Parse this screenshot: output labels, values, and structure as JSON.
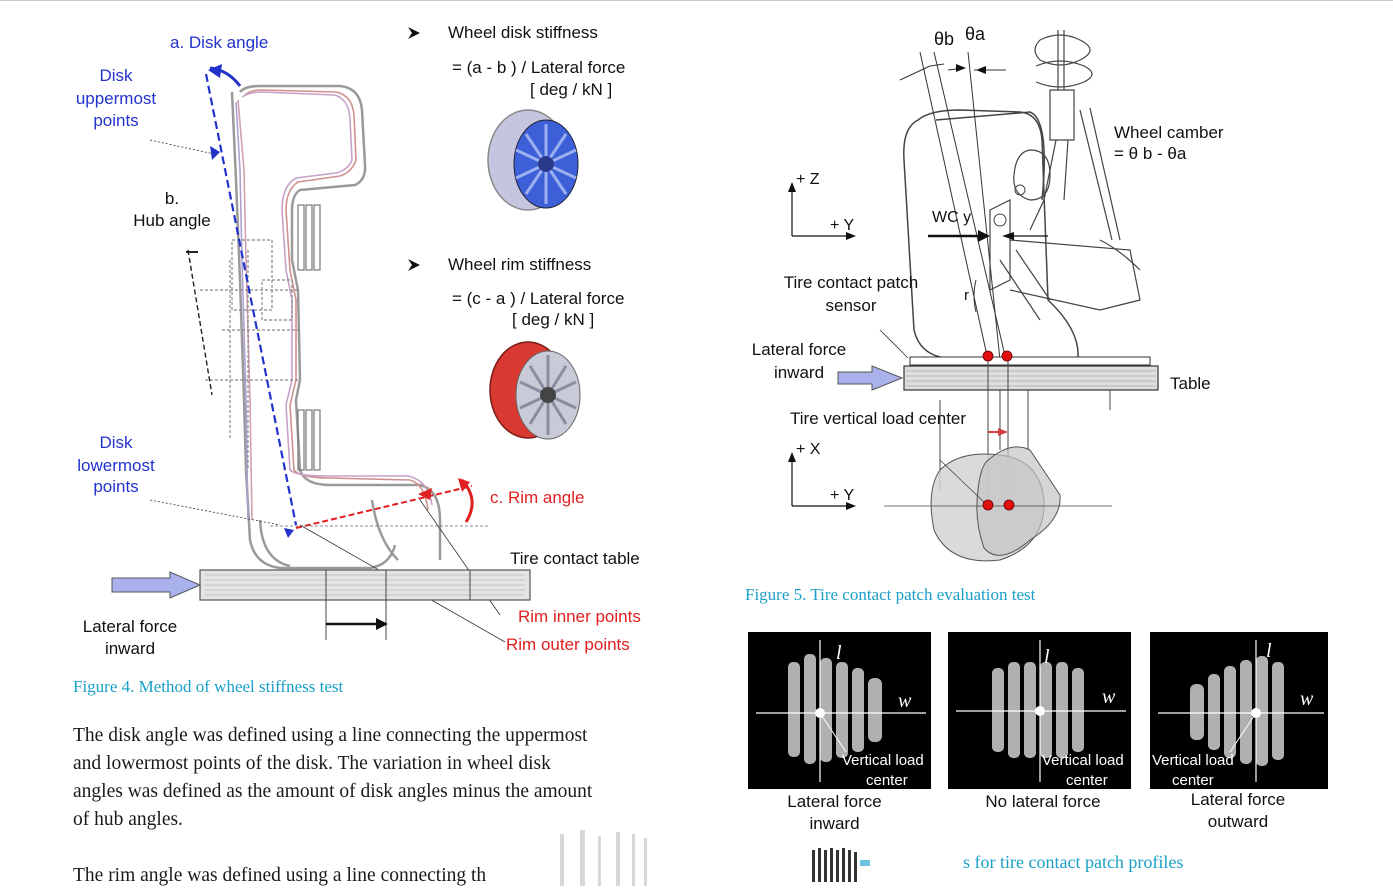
{
  "figure4": {
    "disk_angle_label": "a. Disk angle",
    "disk_upper_1": "Disk",
    "disk_upper_2": "uppermost",
    "disk_upper_3": "points",
    "hub_1": "b.",
    "hub_2": "Hub angle",
    "disk_lower_1": "Disk",
    "disk_lower_2": "lowermost",
    "disk_lower_3": "points",
    "wheel_disk_stiffness": "Wheel disk stiffness",
    "disk_formula": "= (a - b ) / Lateral force",
    "disk_unit": "[ deg / kN ]",
    "wheel_rim_stiffness": "Wheel rim stiffness",
    "rim_formula": "= (c - a ) / Lateral force",
    "rim_unit": "[ deg / kN ]",
    "rim_angle": "c. Rim angle",
    "tire_contact_table": "Tire contact table",
    "rim_inner": "Rim inner points",
    "rim_outer": "Rim outer points",
    "lateral_force_1": "Lateral force",
    "lateral_force_2": "inward",
    "caption": "Figure 4. Method of wheel stiffness test",
    "colors": {
      "blue": "#2233cc",
      "red": "#e02020",
      "caption": "#1aa0c8"
    }
  },
  "figure5": {
    "theta_b": "θb",
    "theta_a": "θa",
    "wheel_camber": "Wheel camber",
    "camber_formula": "= θ b - θa",
    "z_axis": "+ Z",
    "y_axis_top": "+ Y",
    "wcy": "WC y",
    "r": "r",
    "sensor_1": "Tire contact patch",
    "sensor_2": "sensor",
    "lat_1": "Lateral force",
    "lat_2": "inward",
    "table": "Table",
    "load_center": "Tire vertical load center",
    "x_axis": "+ X",
    "y_axis_bottom": "+ Y",
    "caption": "Figure 5. Tire contact patch evaluation test"
  },
  "figure6": {
    "panels": [
      {
        "l": "l",
        "w": "w",
        "vlc_1": "Vertical load",
        "vlc_2": "center",
        "label_1": "Lateral force",
        "label_2": "inward"
      },
      {
        "l": "l",
        "w": "w",
        "vlc_1": "Vertical load",
        "vlc_2": "center",
        "label_1": "No lateral force",
        "label_2": ""
      },
      {
        "l": "l",
        "w": "w",
        "vlc_1": "Vertical load",
        "vlc_2": "center",
        "label_1": "Lateral force",
        "label_2": "outward"
      }
    ],
    "caption_fragment": "s for tire contact patch profiles"
  },
  "body": {
    "para1": [
      "The disk angle was defined using a line connecting the uppermost",
      "and lowermost points of the disk. The variation in wheel disk",
      "angles was defined as the amount of disk angles minus the amount",
      "of hub angles."
    ],
    "para2_fragment": "The rim angle was defined using a line connecting th"
  }
}
